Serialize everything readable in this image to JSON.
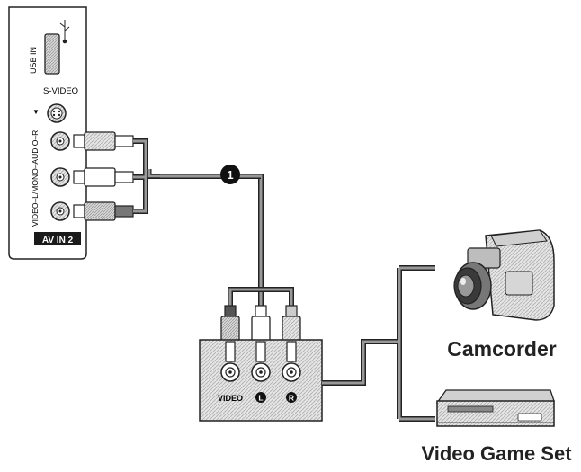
{
  "tv_panel": {
    "usb_label": "USB IN",
    "svideo_label": "S-VIDEO",
    "jack_labels": "VIDEO–L/MONO–AUDIO–R",
    "panel_name": "AV IN 2"
  },
  "callout": {
    "number": "1"
  },
  "device_panel": {
    "video_label": "VIDEO",
    "left_label": "L",
    "right_label": "R"
  },
  "devices": {
    "camcorder_label": "Camcorder",
    "game_label": "Video Game Set"
  }
}
